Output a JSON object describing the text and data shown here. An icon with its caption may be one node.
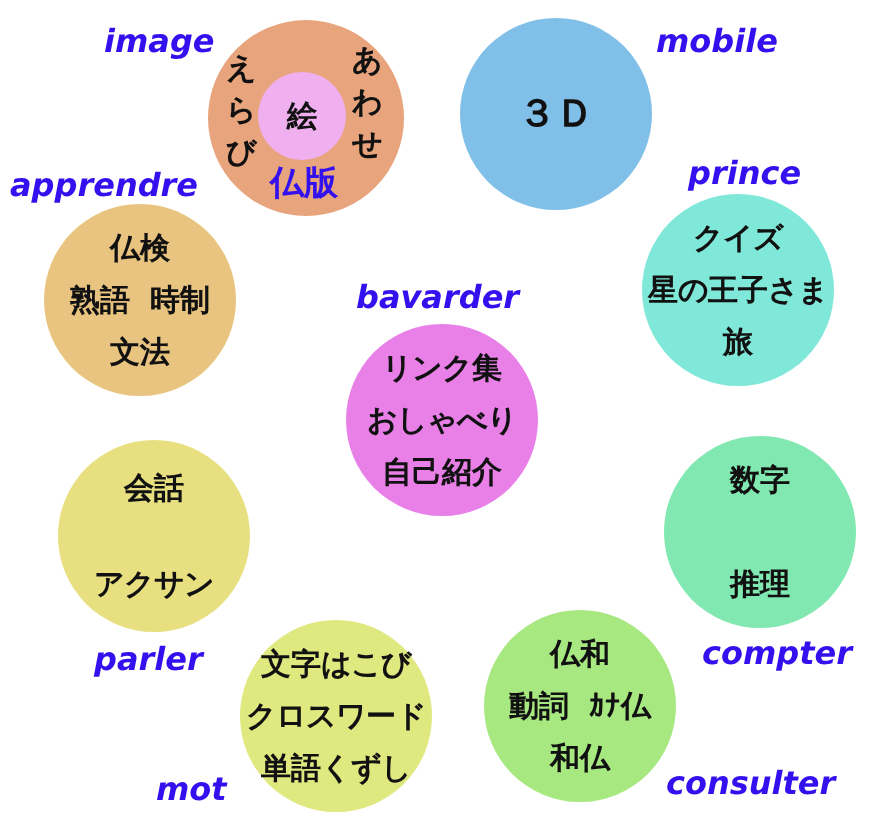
{
  "diagram": {
    "nodes": [
      {
        "text": [
          "えらび",
          "あわせ",
          "仏版"
        ],
        "beside": [
          "image"
        ]
      },
      {
        "text": [
          "絵"
        ],
        "in": 0
      },
      {
        "text": [
          "３Ｄ"
        ],
        "beside": [
          "mobile"
        ]
      },
      {
        "text": [
          "仏検",
          "熟語",
          "時制",
          "文法"
        ],
        "beside": [
          "apprendre"
        ]
      },
      {
        "text": [
          "クイズ",
          "星の王子さま",
          "旅"
        ],
        "beside": [
          "prince"
        ]
      },
      {
        "text": [
          "リンク集",
          "おしゃべり",
          "自己紹介"
        ],
        "beside": [
          "bavarder"
        ]
      },
      {
        "text": [
          "会話",
          "アクサン"
        ],
        "beside": [
          "parler"
        ]
      },
      {
        "text": [
          "数字",
          "推理"
        ],
        "beside": [
          "compter"
        ]
      },
      {
        "text": [
          "文字はこび",
          "クロスワード",
          "単語くずし"
        ],
        "beside": [
          "mot"
        ]
      },
      {
        "text": [
          "仏和",
          "動詞",
          "ｶﾅ仏",
          "和仏"
        ],
        "beside": [
          "consulter"
        ]
      }
    ]
  }
}
